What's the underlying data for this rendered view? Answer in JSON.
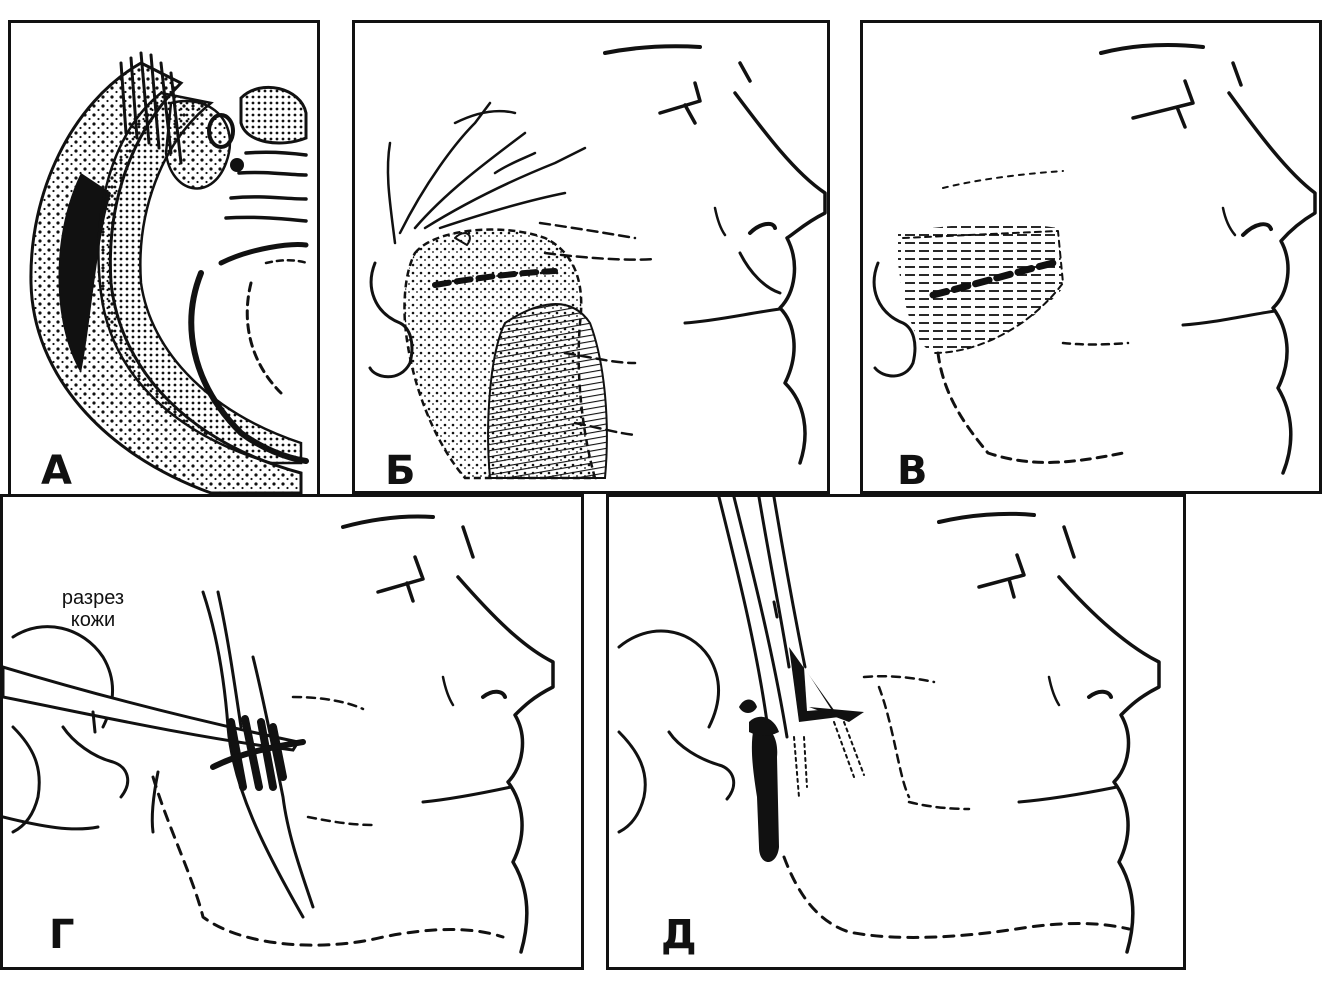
{
  "panels": [
    {
      "id": "a",
      "label": "А"
    },
    {
      "id": "b",
      "label": "Б"
    },
    {
      "id": "v",
      "label": "В"
    },
    {
      "id": "g",
      "label": "Г",
      "note_line1": "разрез",
      "note_line2": "кожи"
    },
    {
      "id": "d",
      "label": "Д"
    }
  ]
}
